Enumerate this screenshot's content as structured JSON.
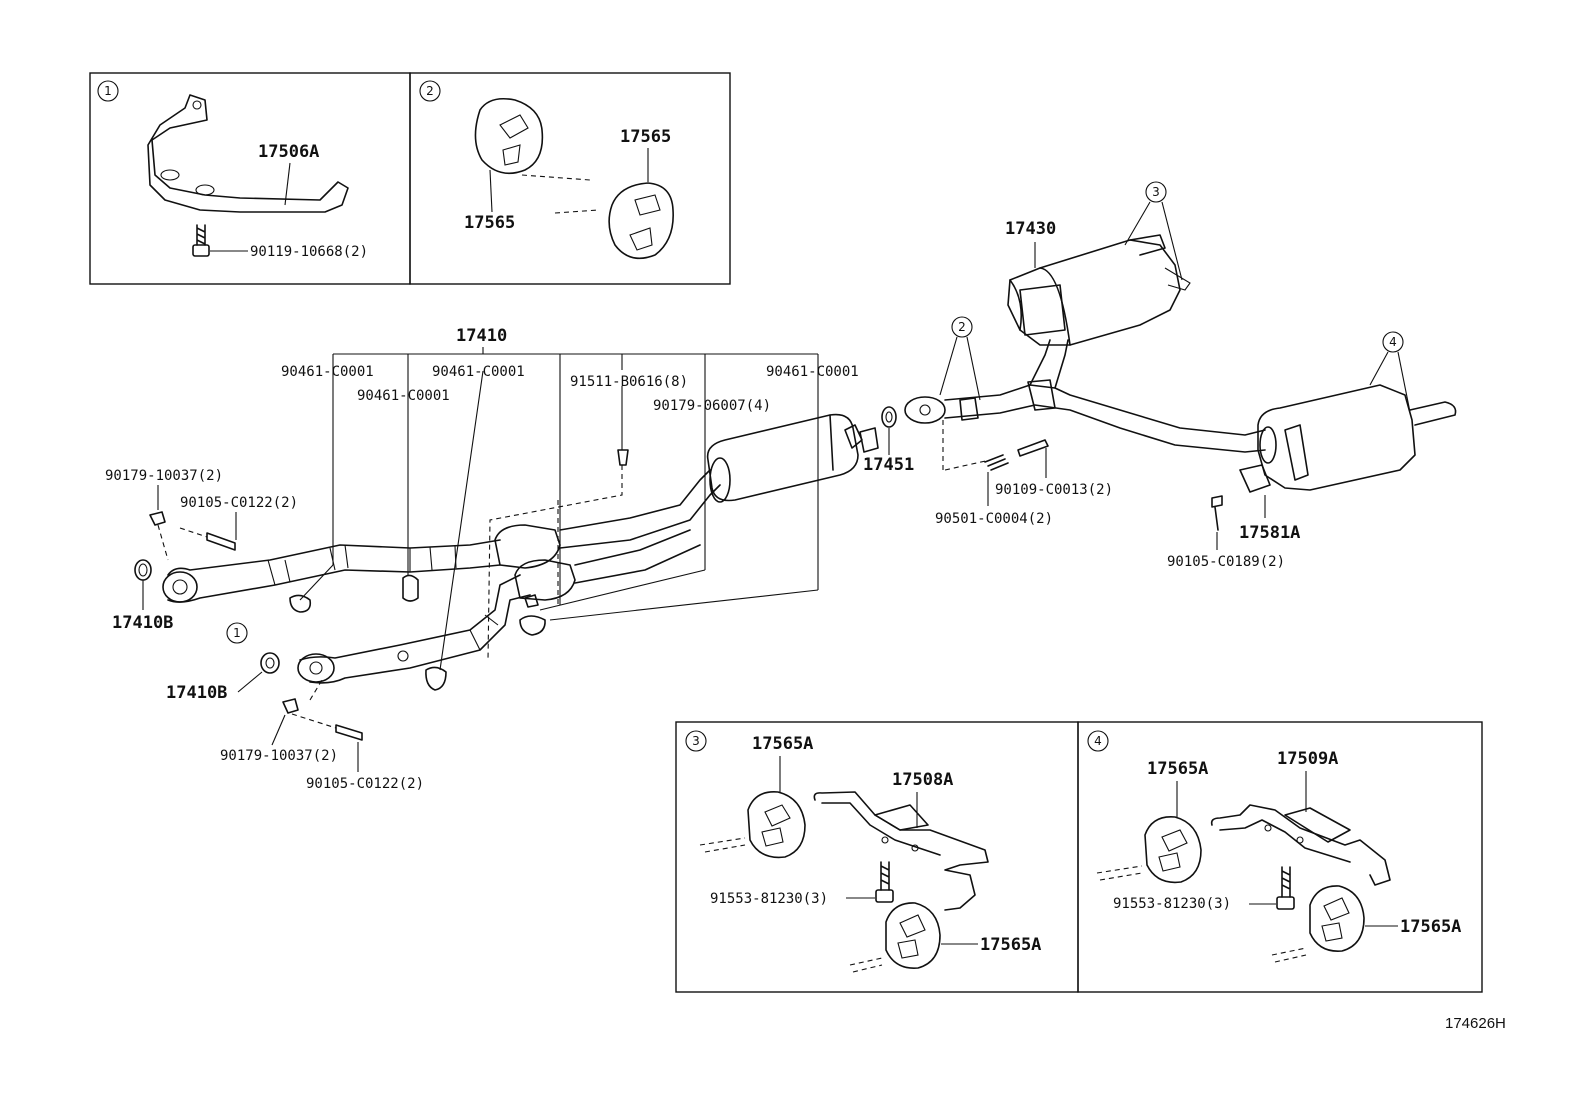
{
  "callouts": {
    "p17506A": "17506A",
    "p90119": "90119-10668(2)",
    "p17565_top": "17565",
    "p17565_bot": "17565",
    "p17430": "17430",
    "p17410": "17410",
    "p90461_a": "90461-C0001",
    "p90461_b": "90461-C0001",
    "p90461_c": "90461-C0001",
    "p90461_d": "90461-C0001",
    "p91511": "91511-B0616(8)",
    "p90179_06007": "90179-06007(4)",
    "p17451": "17451",
    "p90109": "90109-C0013(2)",
    "p90501": "90501-C0004(2)",
    "p17581A": "17581A",
    "p90105_C0189": "90105-C0189(2)",
    "p90179_10037_a": "90179-10037(2)",
    "p90105_C0122_a": "90105-C0122(2)",
    "p17410B_a": "17410B",
    "p17410B_b": "17410B",
    "p90179_10037_b": "90179-10037(2)",
    "p90105_C0122_b": "90105-C0122(2)",
    "p17565A_3a": "17565A",
    "p17508A": "17508A",
    "p91553_3": "91553-81230(3)",
    "p17565A_3b": "17565A",
    "p17565A_4a": "17565A",
    "p17509A": "17509A",
    "p91553_4": "91553-81230(3)",
    "p17565A_4b": "17565A"
  },
  "markers": {
    "m1": "1",
    "m2": "2",
    "m3": "3",
    "m4": "4",
    "m1_main": "1",
    "m2_main": "2",
    "m3_main": "3",
    "m4_main": "4"
  },
  "diagram_code": "174626H"
}
